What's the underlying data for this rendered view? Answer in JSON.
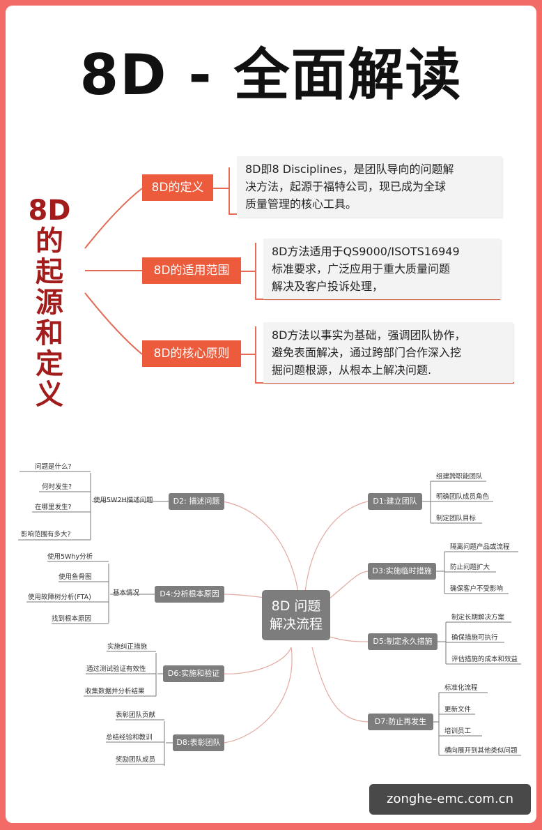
{
  "title": "8D - 全面解读",
  "section1": {
    "vertical_title": [
      "8D",
      "的",
      "起",
      "源",
      "和",
      "定",
      "义"
    ],
    "branches": [
      {
        "label": "8D的定义",
        "desc": [
          "8D即8 Disciplines，是团队导向的问题解",
          "决方法，起源于福特公司，现已成为全球",
          "质量管理的核心工具。"
        ]
      },
      {
        "label": "8D的适用范围",
        "desc": [
          "8D方法适用于QS9000/ISOTS16949",
          "标准要求，广泛应用于重大质量问题",
          "解决及客户投诉处理，"
        ]
      },
      {
        "label": "8D的核心原则",
        "desc": [
          "8D方法以事实为基础，强调团队协作，",
          "避免表面解决，通过跨部门合作深入挖",
          "掘问题根源，从根本上解决问题."
        ]
      }
    ]
  },
  "mindmap": {
    "center": [
      "8D 问题",
      "解决流程"
    ],
    "d2": {
      "label": "D2: 描述问题",
      "sub": "使用5W2H描述问题",
      "leaves": [
        "问题是什么?",
        "何时发生?",
        "在哪里发生?",
        "影响范围有多大?"
      ]
    },
    "d4": {
      "label": "D4:分析根本原因",
      "sub": "基本情况",
      "leaves": [
        "使用5Why分析",
        "使用鱼骨图",
        "使用故障树分析(FTA)",
        "找到根本原因"
      ]
    },
    "d6": {
      "label": "D6:实施和验证",
      "leaves": [
        "实施纠正措施",
        "通过测试验证有效性",
        "收集数据并分析结果"
      ]
    },
    "d8": {
      "label": "D8:表彰团队",
      "leaves": [
        "表彰团队贡献",
        "总结经验和教训",
        "奖励团队成员"
      ]
    },
    "d1": {
      "label": "D1:建立团队",
      "leaves": [
        "组建跨职能团队",
        "明确团队成员角色",
        "制定团队目标"
      ]
    },
    "d3": {
      "label": "D3:实施临时措施",
      "leaves": [
        "隔离问题产品或流程",
        "防止问题扩大",
        "确保客户不受影响"
      ]
    },
    "d5": {
      "label": "D5:制定永久措施",
      "leaves": [
        "制定长期解决方案",
        "确保措施可执行",
        "评估措施的成本和效益"
      ]
    },
    "d7": {
      "label": "D7:防止再发生",
      "leaves": [
        "标准化流程",
        "更新文件",
        "培训员工",
        "横向展开到其他类似问题"
      ]
    }
  },
  "watermark": "zonghe-emc.com.cn",
  "colors": {
    "frame": "#f26b67",
    "accent_orange": "#ec5b3b",
    "title_red": "#a31c1c",
    "node_gray": "#7d7d7d",
    "curve": "#e3a9a2"
  }
}
